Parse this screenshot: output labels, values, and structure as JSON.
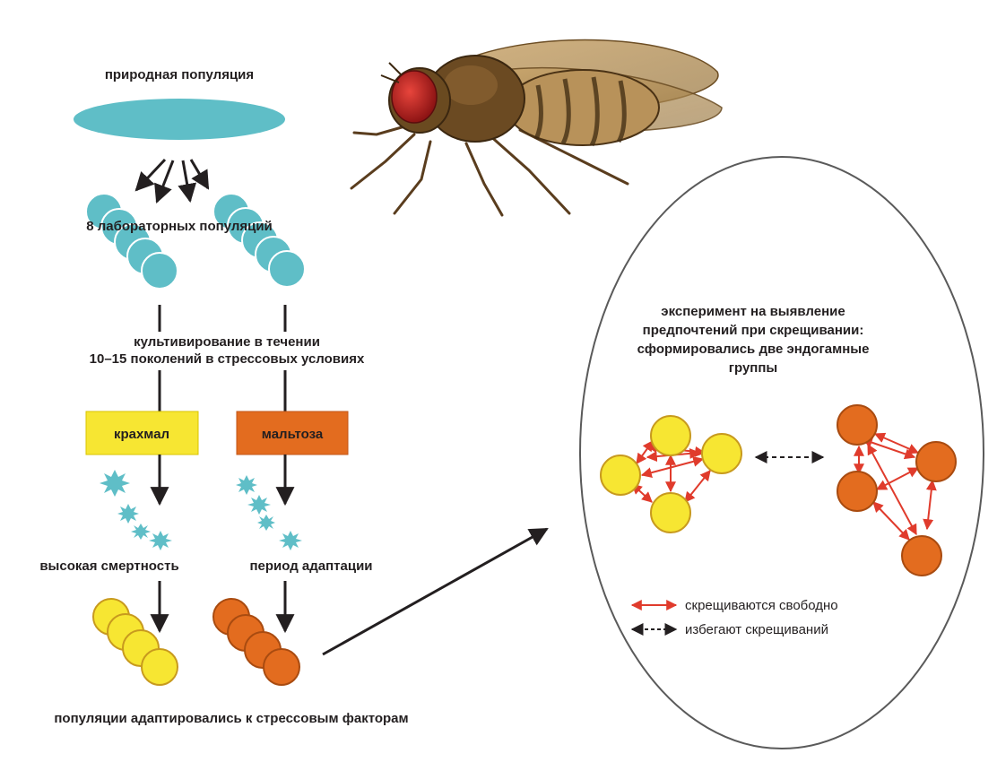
{
  "labels": {
    "natural_population": "природная популяция",
    "lab_populations": "8 лабораторных популяций",
    "cultivation_line1": "культивирование в течении",
    "cultivation_line2": "10–15 поколений в стрессовых условиях",
    "high_mortality": "высокая смертность",
    "adaptation_period": "период адаптации",
    "bottom_caption": "популяции адаптировались к стрессовым факторам"
  },
  "media": {
    "starch": {
      "label": "крахмал",
      "color": "#f7e632"
    },
    "maltose": {
      "label": "мальтоза",
      "color": "#e36c1f"
    }
  },
  "experiment": {
    "title_lines": [
      "эксперимент на выявление",
      "предпочтений при скрещивании:",
      "сформировались две эндогамные",
      "группы"
    ],
    "legend": [
      {
        "text": "скрещиваются свободно",
        "style": "solid",
        "color": "#e03b2c"
      },
      {
        "text": "избегают скрещиваний",
        "style": "dashed",
        "color": "#231f20"
      }
    ]
  },
  "colors": {
    "teal": "#5fbec7",
    "yellow": "#f7e632",
    "orange": "#e36c1f",
    "red_arrow": "#e03b2c",
    "text": "#231f20"
  }
}
